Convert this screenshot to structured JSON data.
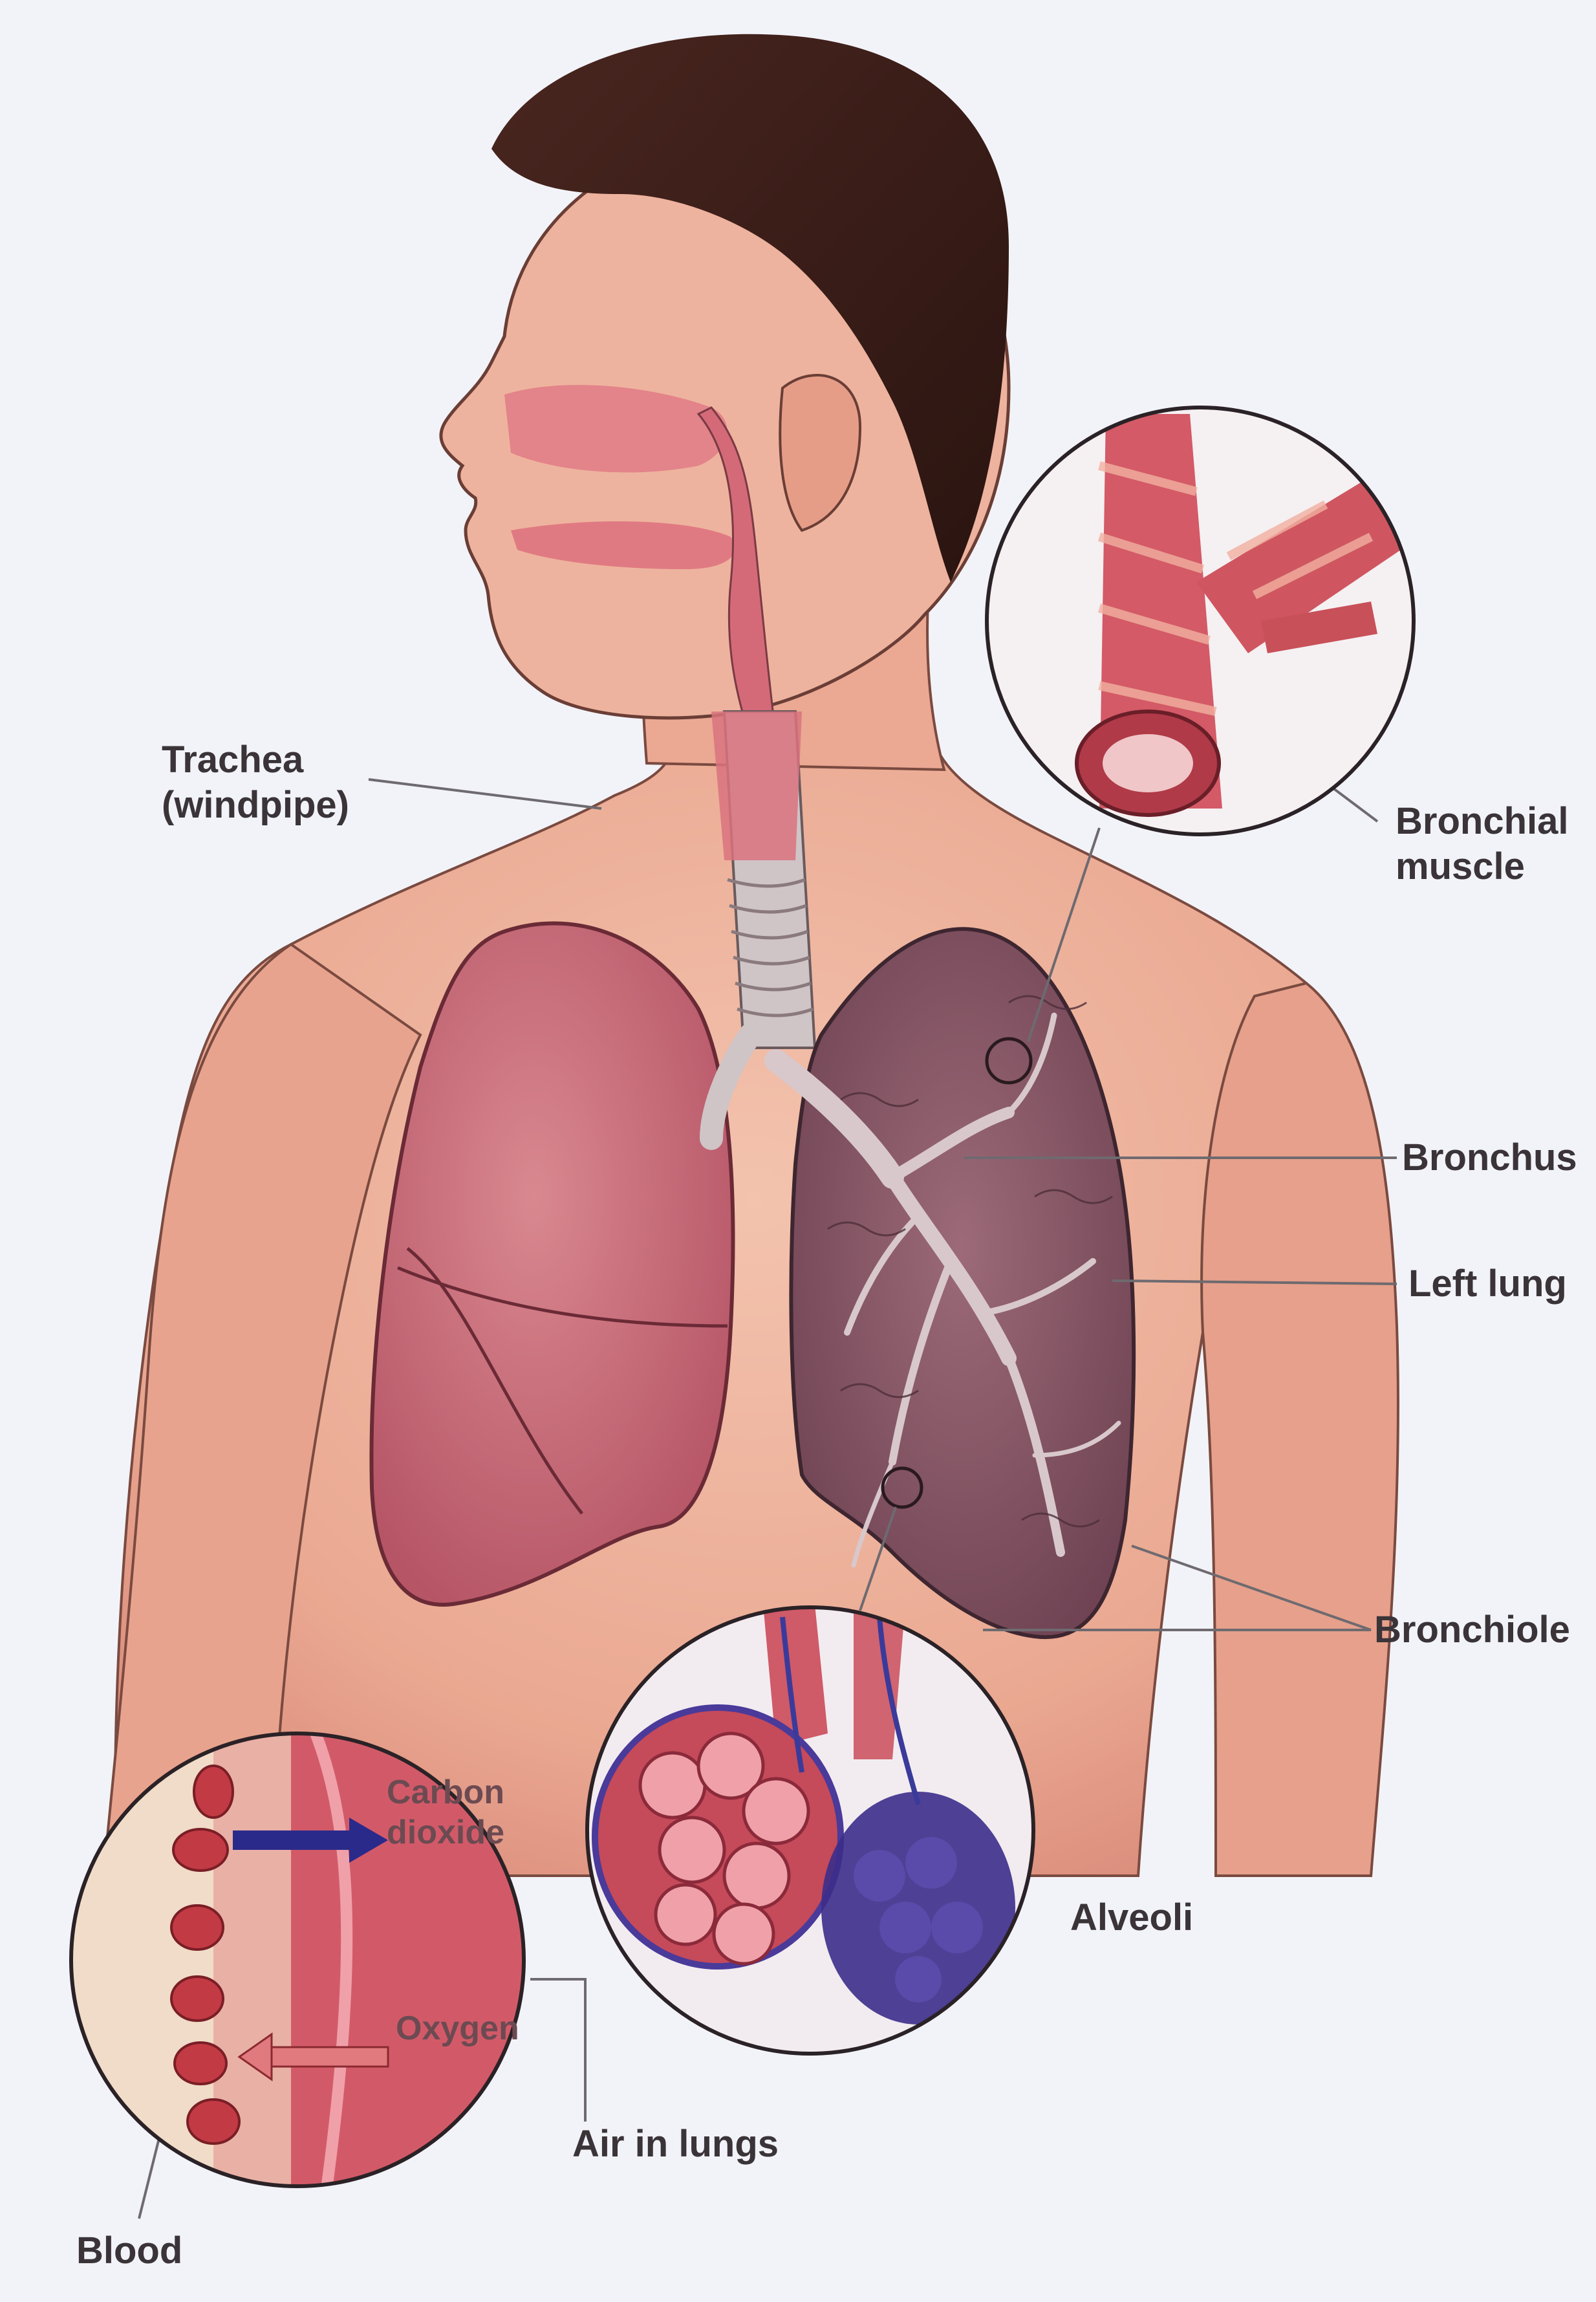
{
  "labels": {
    "trachea_line1": "Trachea",
    "trachea_line2": "(windpipe)",
    "bronchial_line1": "Bronchial",
    "bronchial_line2": "muscle",
    "bronchus": "Bronchus",
    "left_lung": "Left lung",
    "bronchiole": "Bronchiole",
    "alveoli": "Alveoli",
    "air_in_lungs": "Air in lungs",
    "blood": "Blood",
    "carbon_line1": "Carbon",
    "carbon_line2": "dioxide",
    "oxygen": "Oxygen"
  },
  "colors": {
    "background": "#f2f3f8",
    "skin": "#ecae98",
    "skin_shadow": "#d98d7d",
    "hair": "#3a1e18",
    "lung_right": "#c96a7a",
    "lung_left": "#8e5a68",
    "airway": "#e07a86",
    "label_text": "#3a3438",
    "leader_line": "#6e6a70",
    "vein_blue": "#4a3a9a",
    "arrow_blue": "#2a2a8a",
    "arrow_red": "#d05a60"
  }
}
